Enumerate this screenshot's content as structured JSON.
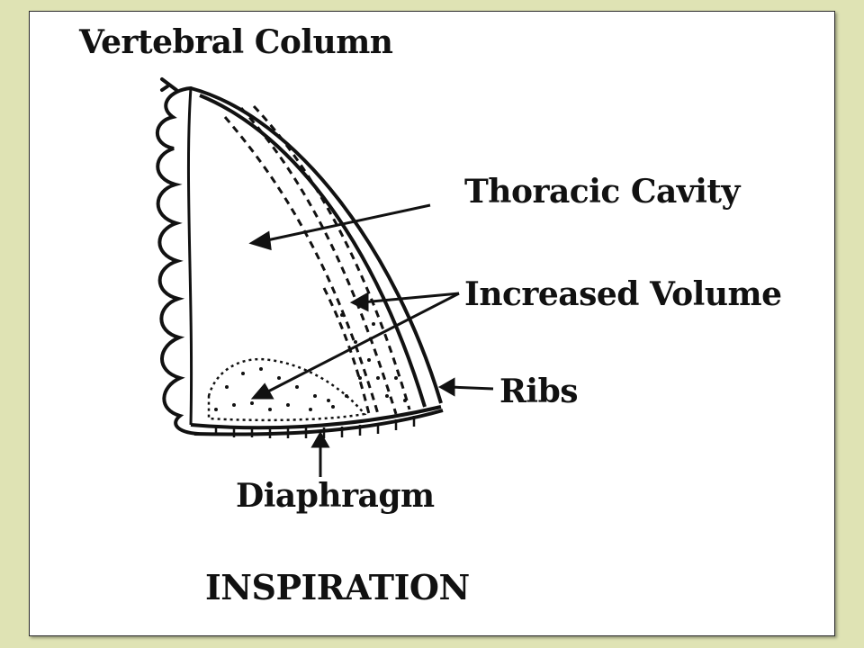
{
  "diagram": {
    "labels": {
      "vertebral_column": "Vertebral Column",
      "thoracic_cavity": "Thoracic Cavity",
      "increased_volume": "Increased Volume",
      "ribs": "Ribs",
      "diaphragm": "Diaphragm",
      "title": "INSPIRATION"
    },
    "colors": {
      "background": "#dfe3b4",
      "panel": "#ffffff",
      "ink": "#111111"
    }
  }
}
